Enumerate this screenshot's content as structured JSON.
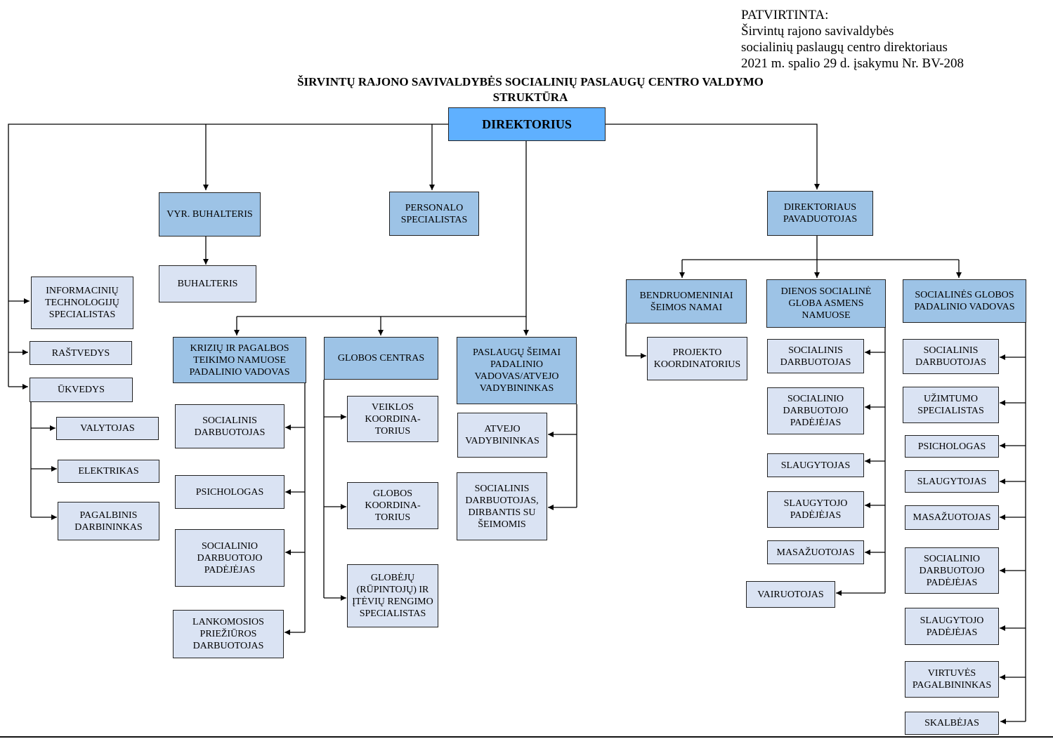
{
  "approval": {
    "line1": "PATVIRTINTA:",
    "line2": "Širvintų rajono savivaldybės",
    "line3": "socialinių paslaugų centro direktoriaus",
    "line4": "2021 m. spalio 29 d. įsakymu Nr. BV-208"
  },
  "title": {
    "line1": "ŠIRVINTŲ RAJONO SAVIVALDYBĖS SOCIALINIŲ PASLAUGŲ CENTRO VALDYMO",
    "line2": "STRUKTŪRA"
  },
  "nodes": {
    "direktorius": "DIREKTORIUS",
    "vyr_buhalteris": "VYR. BUHALTERIS",
    "personalo": "PERSONALO\nSPECIALISTAS",
    "pavaduotojas": "DIREKTORIAUS\nPAVADUOTOJAS",
    "buhalteris": "BUHALTERIS",
    "it_specialistas": "INFORMACINIŲ\nTECHNOLOGIJŲ\nSPECIALISTAS",
    "rastvedys": "RAŠTVEDYS",
    "ukvedys": "ŪKVEDYS",
    "valytojas": "VALYTOJAS",
    "elektrikas": "ELEKTRIKAS",
    "pagalbinis": "PAGALBINIS\nDARBININKAS",
    "kriziu": "KRIZIŲ IR PAGALBOS\nTEIKIMO NAMUOSE\nPADALINIO VADOVAS",
    "k_soc_darb": "SOCIALINIS\nDARBUOTOJAS",
    "k_psichologas": "PSICHOLOGAS",
    "k_soc_padejejas": "SOCIALINIO\nDARBUOTOJO\nPADĖJĖJAS",
    "k_lankomosios": "LANKOMOSIOS\nPRIEŽIŪROS\nDARBUOTOJAS",
    "globos_centras": "GLOBOS CENTRAS",
    "veiklos": "VEIKLOS\nKOORDINA-\nTORIUS",
    "globos_koord": "GLOBOS\nKOORDINA-\nTORIUS",
    "globeju": "GLOBĖJŲ\n(RŪPINTOJŲ) IR\nĮTĖVIŲ RENGIMO\nSPECIALISTAS",
    "paslaugu": "PASLAUGŲ ŠEIMAI\nPADALINIO\nVADOVAS/ATVEJO\nVADYBININKAS",
    "atvejo": "ATVEJO\nVADYBININKAS",
    "soc_seimomis": "SOCIALINIS\nDARBUOTOJAS,\nDIRBANTIS SU\nŠEIMOMIS",
    "bendruomeniniai": "BENDRUOMENINIAI\nŠEIMOS NAMAI",
    "projekto": "PROJEKTO\nKOORDINATORIUS",
    "dienos": "DIENOS SOCIALINĖ\nGLOBA ASMENS\nNAMUOSE",
    "d_soc_darb": "SOCIALINIS\nDARBUOTOJAS",
    "d_soc_padejejas": "SOCIALINIO\nDARBUOTOJO\nPADĖJĖJAS",
    "d_slaugytojas": "SLAUGYTOJAS",
    "d_slaug_padejejas": "SLAUGYTOJO\nPADĖJĖJAS",
    "d_masazuotojas": "MASAŽUOTOJAS",
    "vairuotojas": "VAIRUOTOJAS",
    "socialines_globos": "SOCIALINĖS GLOBOS\nPADALINIO VADOVAS",
    "s_soc_darb": "SOCIALINIS\nDARBUOTOJAS",
    "s_uzimtumo": "UŽIMTUMO\nSPECIALISTAS",
    "s_psichologas": "PSICHOLOGAS",
    "s_slaugytojas": "SLAUGYTOJAS",
    "s_masazuotojas": "MASAŽUOTOJAS",
    "s_soc_padejejas": "SOCIALINIO\nDARBUOTOJO\nPADĖJĖJAS",
    "s_slaug_padejejas": "SLAUGYTOJO\nPADĖJĖJAS",
    "s_virtuves": "VIRTUVĖS\nPAGALBININKAS",
    "s_skalbejas": "SKALBĖJAS"
  },
  "colors": {
    "top": "#5fb0ff",
    "level1": "#9dc3e6",
    "level2": "#dae3f3",
    "line": "#000000"
  }
}
